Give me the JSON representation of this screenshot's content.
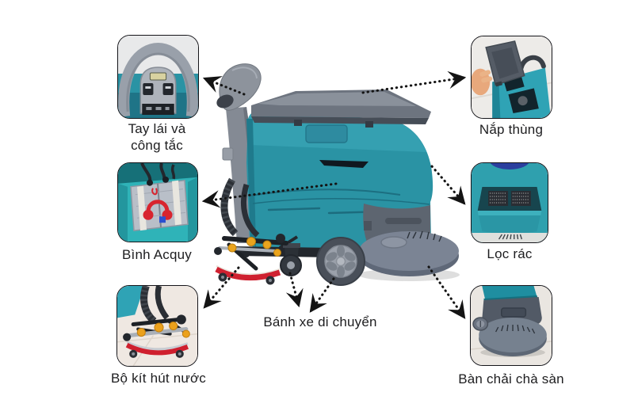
{
  "diagram": {
    "subject": "floor-scrubber-machine",
    "parts": {
      "steering": {
        "label": "Tay lái và\ncông tắc"
      },
      "lid": {
        "label": "Nắp thùng"
      },
      "battery": {
        "label": "Bình Acquy"
      },
      "filter": {
        "label": "Lọc rác"
      },
      "squeegee_kit": {
        "label": "Bộ kít hút nước"
      },
      "wheels": {
        "label": "Bánh xe di chuyển"
      },
      "brush": {
        "label": "Bàn chải chà sàn"
      }
    },
    "colors": {
      "machine_teal": "#2a93a4",
      "machine_teal_bright": "#2fa3b5",
      "machine_gray": "#8d939c",
      "deck_gray": "#7b8494",
      "arrow_black": "#141414",
      "label_text": "#1d1d1f",
      "squeegee_red": "#cf2130",
      "knob_yellow": "#eaa41d",
      "battery_cable_red": "#d8242e"
    }
  }
}
